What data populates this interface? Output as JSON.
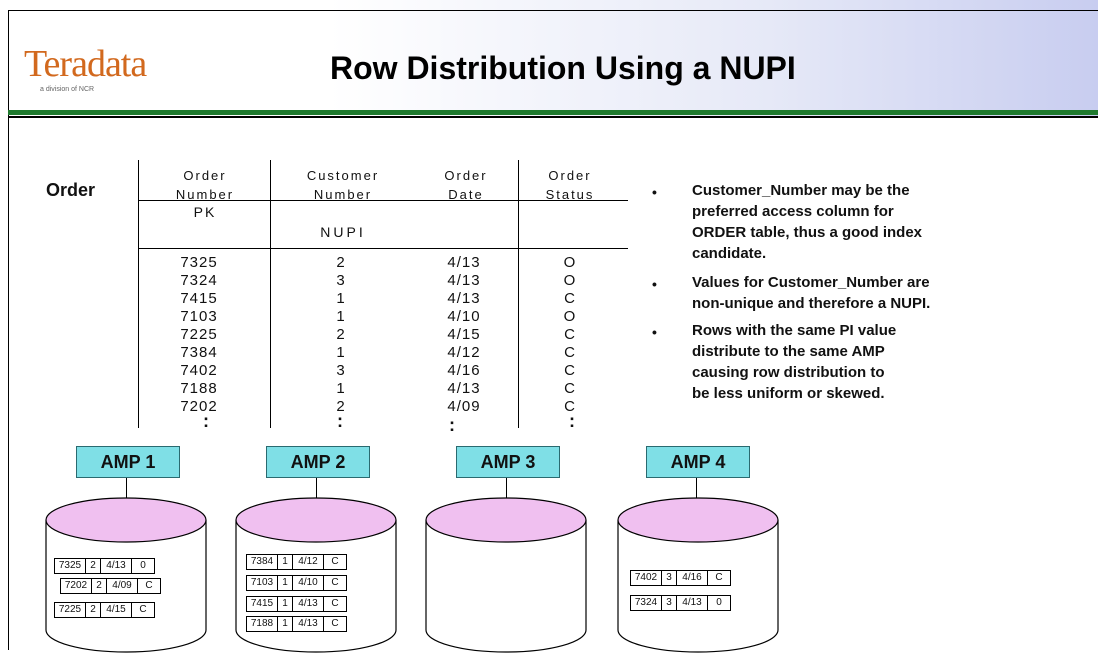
{
  "header": {
    "logo": "Teradata",
    "logo_sub": "a division of NCR",
    "title": "Row Distribution Using a NUPI"
  },
  "table": {
    "name": "Order",
    "headers": [
      {
        "line1": "Order",
        "line2": "Number"
      },
      {
        "line1": "Customer",
        "line2": "Number"
      },
      {
        "line1": "Order",
        "line2": "Date"
      },
      {
        "line1": "Order",
        "line2": "Status"
      }
    ],
    "pk_label": "PK",
    "nupi_label": "NUPI",
    "rows": [
      [
        "7325",
        "2",
        "4/13",
        "O"
      ],
      [
        "7324",
        "3",
        "4/13",
        "O"
      ],
      [
        "7415",
        "1",
        "4/13",
        "C"
      ],
      [
        "7103",
        "1",
        "4/10",
        "O"
      ],
      [
        "7225",
        "2",
        "4/15",
        "C"
      ],
      [
        "7384",
        "1",
        "4/12",
        "C"
      ],
      [
        "7402",
        "3",
        "4/16",
        "C"
      ],
      [
        "7188",
        "1",
        "4/13",
        "C"
      ],
      [
        "7202",
        "2",
        "4/09",
        "C"
      ]
    ],
    "ellipsis": ":"
  },
  "bullets": [
    [
      "Customer_Number may be the",
      "preferred access column for",
      "ORDER table, thus a good index",
      "candidate."
    ],
    [
      "Values for Customer_Number are",
      "non-unique and therefore a NUPI."
    ],
    [
      "Rows with the same PI value",
      "distribute to the same AMP",
      "causing row distribution to",
      "be less uniform or skewed."
    ]
  ],
  "bullet_symbol": "•",
  "amps": [
    {
      "label": "AMP 1",
      "rows": [
        [
          "7325",
          "2",
          "4/13",
          "0"
        ],
        [
          "7202",
          "2",
          "4/09",
          "C"
        ],
        [
          "7225",
          "2",
          "4/15",
          "C"
        ]
      ]
    },
    {
      "label": "AMP 2",
      "rows": [
        [
          "7384",
          "1",
          "4/12",
          "C"
        ],
        [
          "7103",
          "1",
          "4/10",
          "C"
        ],
        [
          "7415",
          "1",
          "4/13",
          "C"
        ],
        [
          "7188",
          "1",
          "4/13",
          "C"
        ]
      ]
    },
    {
      "label": "AMP 3",
      "rows": []
    },
    {
      "label": "AMP 4",
      "rows": [
        [
          "7402",
          "3",
          "4/16",
          "C"
        ],
        [
          "7324",
          "3",
          "4/13",
          "0"
        ]
      ]
    }
  ],
  "colors": {
    "amp_fill": "#7fdfe6",
    "disk_top": "#f0c0f0",
    "rule_green": "#1f7a2e",
    "logo": "#d2691e"
  }
}
